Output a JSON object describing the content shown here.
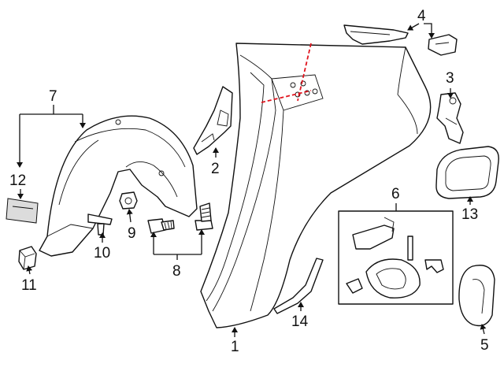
{
  "colors": {
    "line": "#111111",
    "cut_line": "#e0141e",
    "background": "#ffffff"
  },
  "callouts": {
    "c1": "1",
    "c2": "2",
    "c3": "3",
    "c4": "4",
    "c5": "5",
    "c6": "6",
    "c7": "7",
    "c8": "8",
    "c9": "9",
    "c10": "10",
    "c11": "11",
    "c12": "12",
    "c13": "13",
    "c14": "14"
  }
}
